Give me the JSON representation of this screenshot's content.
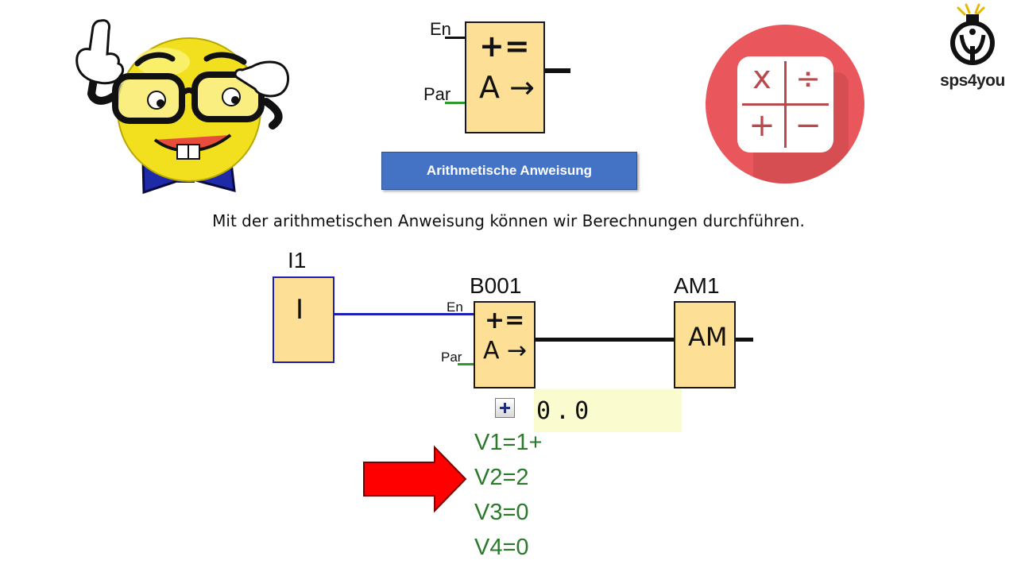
{
  "header": {
    "top_block": {
      "pin_en": "En",
      "pin_par": "Par",
      "symbol_top": "+=",
      "symbol_bottom": "A →"
    },
    "title_button": "Arithmetische  Anweisung",
    "logo_text": "sps4you",
    "calc_icon_symbols": [
      "x",
      "÷",
      "+",
      "−"
    ]
  },
  "caption": "Mit der arithmetischen Anweisung können wir Berechnungen durchführen.",
  "diagram": {
    "input_block": {
      "name": "I1",
      "symbol": "I"
    },
    "function_block": {
      "name": "B001",
      "pin_en": "En",
      "pin_par": "Par",
      "symbol_top": "+=",
      "symbol_bottom": "A →"
    },
    "output_block": {
      "name": "AM1",
      "symbol": "AM"
    },
    "value_display": "0.0",
    "expand_icon": "plus-box-icon",
    "variables": [
      "V1=1+",
      "V2=2",
      "V3=0",
      "V4=0"
    ],
    "pointer": {
      "color": "#ff0000",
      "target_index": 1
    }
  },
  "colors": {
    "block_fill": "#fddf96",
    "wire_blue": "#1d1db8",
    "wire_green": "#2e9a2e",
    "var_green": "#2a7a2a",
    "ribbon": "#4472c4"
  }
}
